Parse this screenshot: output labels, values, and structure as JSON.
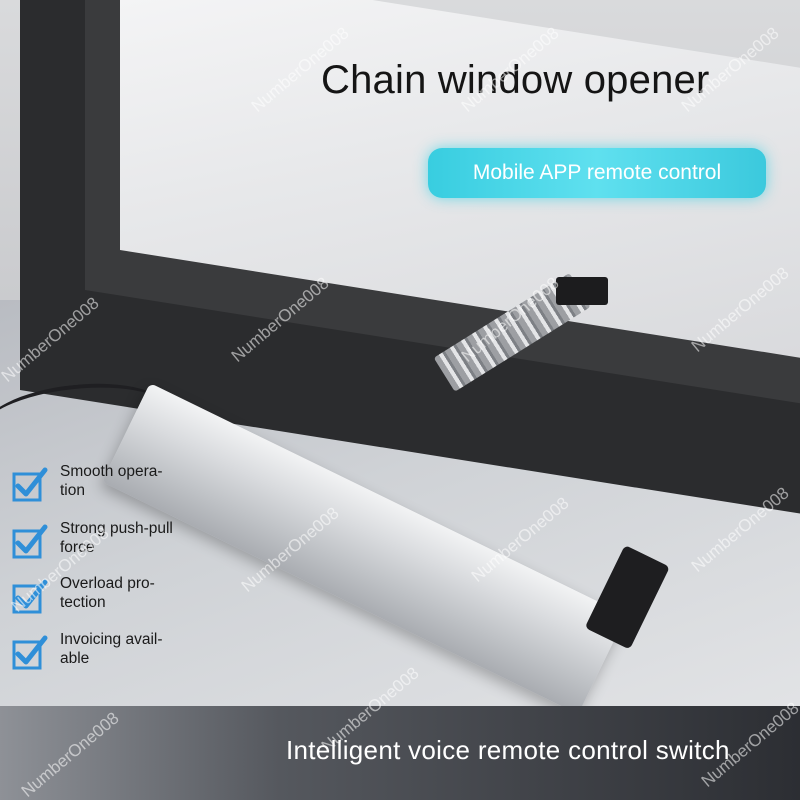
{
  "title": "Chain window opener",
  "app_badge": "Mobile APP remote control",
  "features": [
    {
      "icon": "check-icon",
      "label": "Smooth operation",
      "line1": "Smooth opera-",
      "line2": "tion"
    },
    {
      "icon": "check-icon",
      "label": "Strong push-pull force",
      "line1": "Strong push-pull",
      "line2": "force"
    },
    {
      "icon": "check-icon",
      "label": "Overload protection",
      "line1": "Overload pro-",
      "line2": "tection"
    },
    {
      "icon": "check-icon",
      "label": "Invoicing available",
      "line1": "Invoicing avail-",
      "line2": "able"
    }
  ],
  "bottom_caption": "Intelligent voice remote control switch",
  "watermark": "NumberOne008",
  "colors": {
    "accent_cyan": "#4fd6e8",
    "check_blue": "#2f8fd8",
    "frame_dark": "#2b2c2e"
  }
}
